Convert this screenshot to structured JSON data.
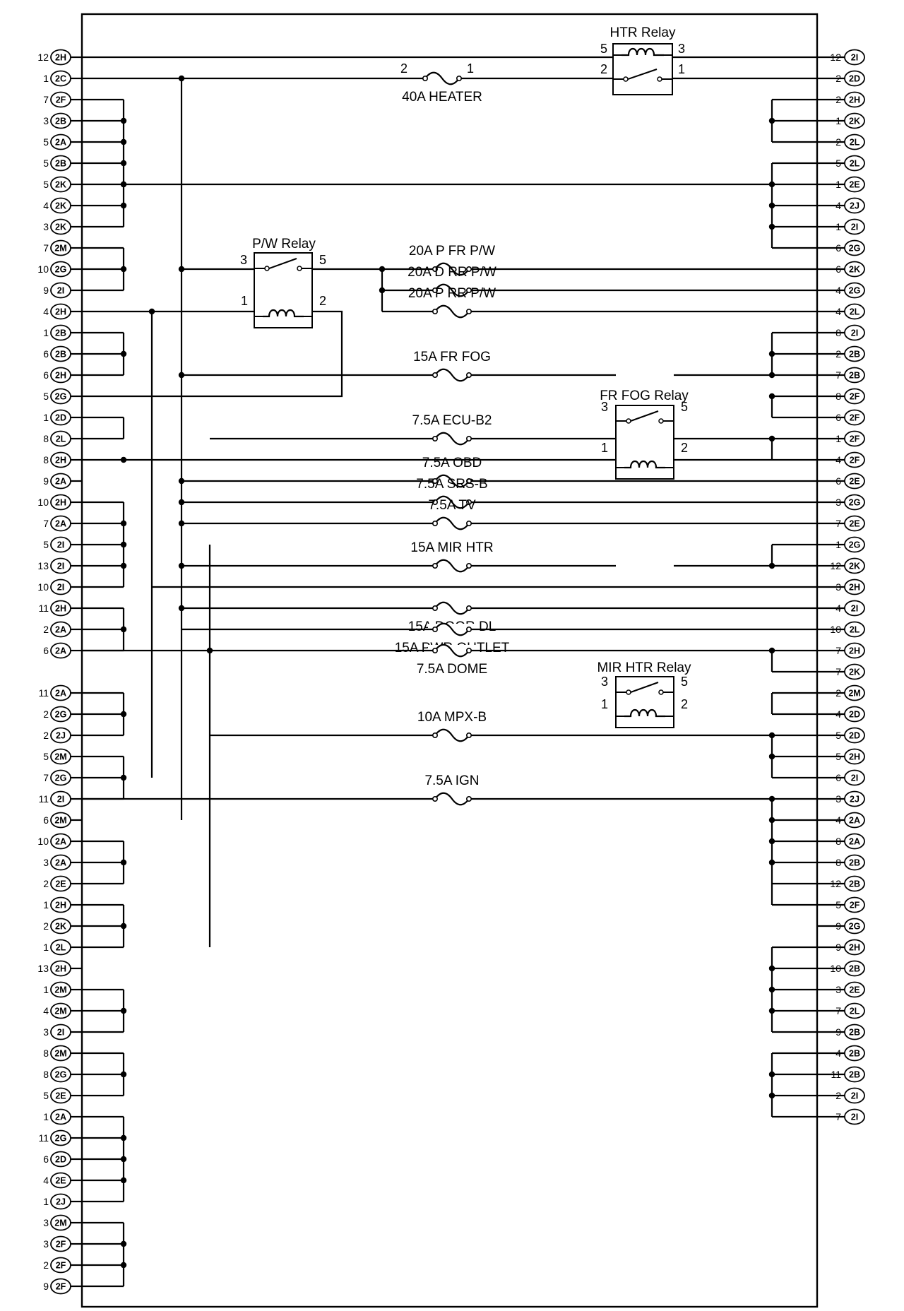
{
  "relays": [
    {
      "name": "HTR Relay",
      "pins": [
        "5",
        "3",
        "2",
        "1"
      ]
    },
    {
      "name": "P/W Relay",
      "pins": [
        "3",
        "5",
        "1",
        "2"
      ]
    },
    {
      "name": "FR FOG Relay",
      "pins": [
        "3",
        "5",
        "1",
        "2"
      ]
    },
    {
      "name": "MIR HTR Relay",
      "pins": [
        "3",
        "5",
        "1",
        "2"
      ]
    }
  ],
  "fuses": [
    {
      "label": "40A HEATER",
      "pin_left": "2",
      "pin_right": "1"
    },
    {
      "label": "20A P FR P/W"
    },
    {
      "label": "20A D RR P/W"
    },
    {
      "label": "20A P RR P/W"
    },
    {
      "label": "15A FR FOG"
    },
    {
      "label": "7.5A ECU-B2"
    },
    {
      "label": "7.5A OBD"
    },
    {
      "label": "7.5A SRS-B"
    },
    {
      "label": "7.5A TV"
    },
    {
      "label": "15A MIR HTR"
    },
    {
      "label": "15A DOOR DL"
    },
    {
      "label": "15A PWR OUTLET"
    },
    {
      "label": "7.5A DOME"
    },
    {
      "label": "10A MPX-B"
    },
    {
      "label": "7.5A IGN"
    }
  ],
  "left_pins": [
    [
      "12",
      "2H"
    ],
    [
      "1",
      "2C"
    ],
    [
      "7",
      "2F"
    ],
    [
      "3",
      "2B"
    ],
    [
      "5",
      "2A"
    ],
    [
      "5",
      "2B"
    ],
    [
      "5",
      "2K"
    ],
    [
      "4",
      "2K"
    ],
    [
      "3",
      "2K"
    ],
    [
      "7",
      "2M"
    ],
    [
      "10",
      "2G"
    ],
    [
      "9",
      "2I"
    ],
    [
      "4",
      "2H"
    ],
    [
      "1",
      "2B"
    ],
    [
      "6",
      "2B"
    ],
    [
      "6",
      "2H"
    ],
    [
      "5",
      "2G"
    ],
    [
      "1",
      "2D"
    ],
    [
      "8",
      "2L"
    ],
    [
      "8",
      "2H"
    ],
    [
      "9",
      "2A"
    ],
    [
      "10",
      "2H"
    ],
    [
      "7",
      "2A"
    ],
    [
      "5",
      "2I"
    ],
    [
      "13",
      "2I"
    ],
    [
      "10",
      "2I"
    ],
    [
      "11",
      "2H"
    ],
    [
      "2",
      "2A"
    ],
    [
      "6",
      "2A"
    ],
    [
      "11",
      "2A"
    ],
    [
      "2",
      "2G"
    ],
    [
      "2",
      "2J"
    ],
    [
      "5",
      "2M"
    ],
    [
      "7",
      "2G"
    ],
    [
      "11",
      "2I"
    ],
    [
      "6",
      "2M"
    ],
    [
      "10",
      "2A"
    ],
    [
      "3",
      "2A"
    ],
    [
      "2",
      "2E"
    ],
    [
      "1",
      "2H"
    ],
    [
      "2",
      "2K"
    ],
    [
      "1",
      "2L"
    ],
    [
      "13",
      "2H"
    ],
    [
      "1",
      "2M"
    ],
    [
      "4",
      "2M"
    ],
    [
      "3",
      "2I"
    ],
    [
      "8",
      "2M"
    ],
    [
      "8",
      "2G"
    ],
    [
      "5",
      "2E"
    ],
    [
      "1",
      "2A"
    ],
    [
      "11",
      "2G"
    ],
    [
      "6",
      "2D"
    ],
    [
      "4",
      "2E"
    ],
    [
      "1",
      "2J"
    ],
    [
      "3",
      "2M"
    ],
    [
      "3",
      "2F"
    ],
    [
      "2",
      "2F"
    ],
    [
      "9",
      "2F"
    ]
  ],
  "right_pins": [
    [
      "12",
      "2I"
    ],
    [
      "2",
      "2D"
    ],
    [
      "2",
      "2H"
    ],
    [
      "1",
      "2K"
    ],
    [
      "2",
      "2L"
    ],
    [
      "5",
      "2L"
    ],
    [
      "1",
      "2E"
    ],
    [
      "4",
      "2J"
    ],
    [
      "1",
      "2I"
    ],
    [
      "6",
      "2G"
    ],
    [
      "6",
      "2K"
    ],
    [
      "4",
      "2G"
    ],
    [
      "4",
      "2L"
    ],
    [
      "8",
      "2I"
    ],
    [
      "2",
      "2B"
    ],
    [
      "7",
      "2B"
    ],
    [
      "8",
      "2F"
    ],
    [
      "6",
      "2F"
    ],
    [
      "1",
      "2F"
    ],
    [
      "4",
      "2F"
    ],
    [
      "6",
      "2E"
    ],
    [
      "3",
      "2G"
    ],
    [
      "7",
      "2E"
    ],
    [
      "1",
      "2G"
    ],
    [
      "12",
      "2K"
    ],
    [
      "3",
      "2H"
    ],
    [
      "4",
      "2I"
    ],
    [
      "10",
      "2L"
    ],
    [
      "7",
      "2H"
    ],
    [
      "7",
      "2K"
    ],
    [
      "2",
      "2M"
    ],
    [
      "4",
      "2D"
    ],
    [
      "5",
      "2D"
    ],
    [
      "5",
      "2H"
    ],
    [
      "6",
      "2I"
    ],
    [
      "3",
      "2J"
    ],
    [
      "4",
      "2A"
    ],
    [
      "8",
      "2A"
    ],
    [
      "8",
      "2B"
    ],
    [
      "12",
      "2B"
    ],
    [
      "5",
      "2F"
    ],
    [
      "9",
      "2G"
    ],
    [
      "9",
      "2H"
    ],
    [
      "10",
      "2B"
    ],
    [
      "3",
      "2E"
    ],
    [
      "7",
      "2L"
    ],
    [
      "9",
      "2B"
    ],
    [
      "4",
      "2B"
    ],
    [
      "11",
      "2B"
    ],
    [
      "2",
      "2I"
    ],
    [
      "7",
      "2I"
    ]
  ]
}
